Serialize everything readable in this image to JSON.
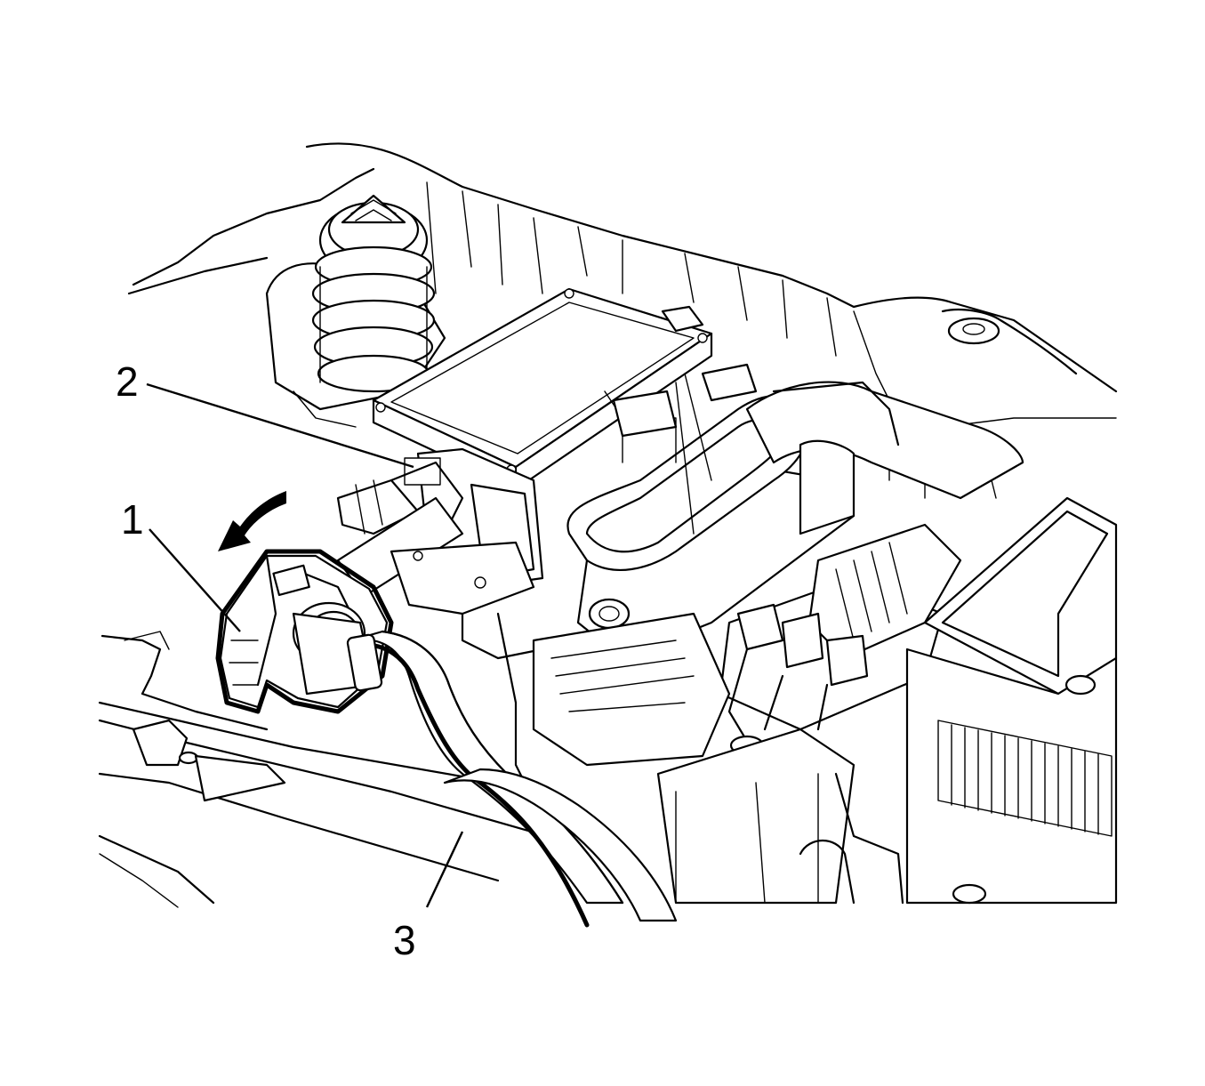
{
  "figure": {
    "callouts": [
      {
        "id": "1",
        "label": "1"
      },
      {
        "id": "2",
        "label": "2"
      },
      {
        "id": "3",
        "label": "3"
      }
    ],
    "arrow": {
      "icon": "curved-arrow-icon",
      "direction": "removal"
    },
    "colors": {
      "line": "#000000",
      "background": "#ffffff"
    }
  }
}
